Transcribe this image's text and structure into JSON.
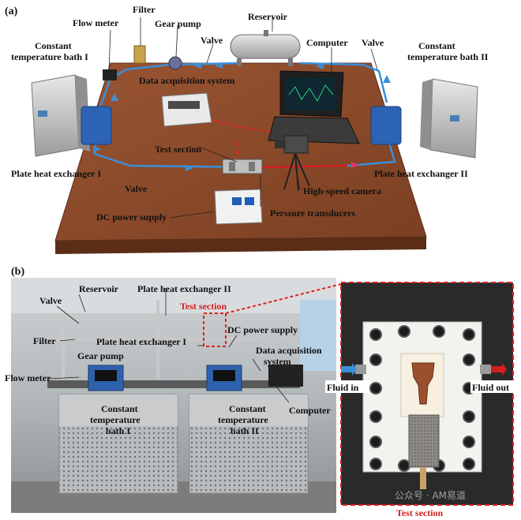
{
  "panel_a": {
    "tag": "(a)",
    "labels": {
      "filter": "Filter",
      "flow_meter": "Flow meter",
      "gear_pump": "Gear pump",
      "reservoir": "Reservoir",
      "valve_top": "Valve",
      "bath_1_line1": "Constant",
      "bath_1_line2": "temperature bath I",
      "computer": "Computer",
      "valve_right": "Valve",
      "bath_2_line1": "Constant",
      "bath_2_line2": "temperature bath II",
      "daq": "Data acquisition system",
      "test_section": "Test section",
      "phe_1": "Plate heat exchanger I",
      "phe_2": "Plate heat exchanger II",
      "valve_bottom": "Valve",
      "high_speed_camera": "High-speed camera",
      "dc_power": "DC power supply",
      "pressure_transducers": "Perssure transducers"
    }
  },
  "panel_b": {
    "tag": "(b)",
    "labels": {
      "reservoir": "Reservoir",
      "phe_2": "Plate heat exchanger II",
      "valve": "Valve",
      "test_section": "Test section",
      "dc_power": "DC power supply",
      "filter": "Filter",
      "phe_1": "Plate heat exchanger I",
      "daq_line1": "Data acquisition",
      "daq_line2": "system",
      "gear_pump": "Gear pump",
      "flow_meter": "Flow meter",
      "computer": "Computer",
      "bath_1_line1": "Constant",
      "bath_1_line2": "temperature",
      "bath_1_line3": "bath I",
      "bath_2_line1": "Constant",
      "bath_2_line2": "temperature",
      "bath_2_line3": "bath II"
    },
    "inset": {
      "fluid_in": "Fluid in",
      "fluid_out": "Fluid out",
      "test_section": "Test section",
      "watermark": "公众号 · AM易道"
    }
  },
  "colors": {
    "pipe_blue": "#3a8fd9",
    "heated_red": "#d21f1f",
    "wood": "#8a4a2a"
  }
}
